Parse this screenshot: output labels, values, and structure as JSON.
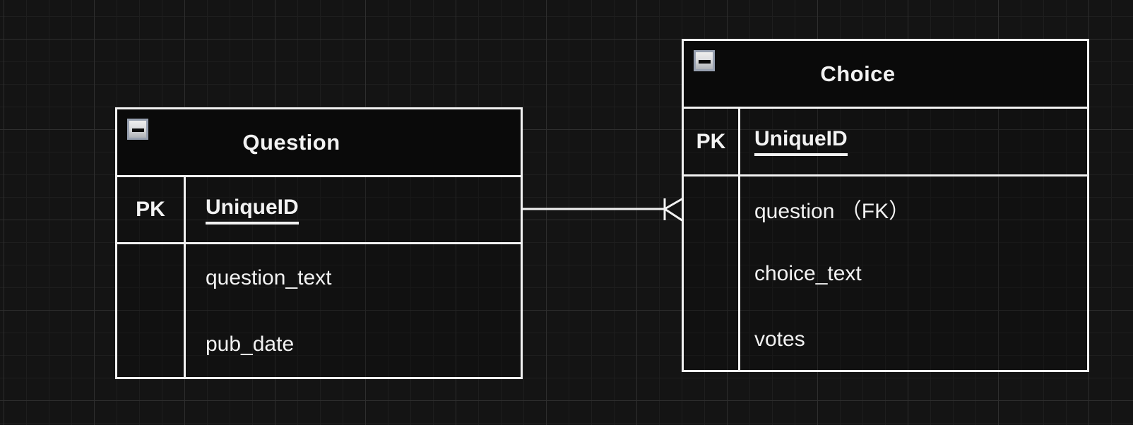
{
  "canvas": {
    "background_color": "#141414",
    "grid_minor_color": "#1e1e1e",
    "grid_major_color": "#2e2e2e",
    "line_color": "#f2f2f2",
    "text_color": "#f2f2f2"
  },
  "entities": [
    {
      "title": "Question",
      "collapse_icon": "minus-box",
      "rows": [
        {
          "key": "PK",
          "attr": "UniqueID",
          "is_primary_key": true
        },
        {
          "key": "",
          "attr": "question_text"
        },
        {
          "key": "",
          "attr": "pub_date"
        }
      ]
    },
    {
      "title": "Choice",
      "collapse_icon": "minus-box",
      "rows": [
        {
          "key": "PK",
          "attr": "UniqueID",
          "is_primary_key": true
        },
        {
          "key": "",
          "attr": "question （FK）"
        },
        {
          "key": "",
          "attr": "choice_text"
        },
        {
          "key": "",
          "attr": "votes"
        }
      ]
    }
  ],
  "relationship": {
    "from_entity": "Question",
    "from_row": "UniqueID",
    "to_entity": "Choice",
    "to_row": "question （FK）",
    "cardinality": "one-to-many",
    "end_symbol": "crow-foot-with-tick"
  }
}
